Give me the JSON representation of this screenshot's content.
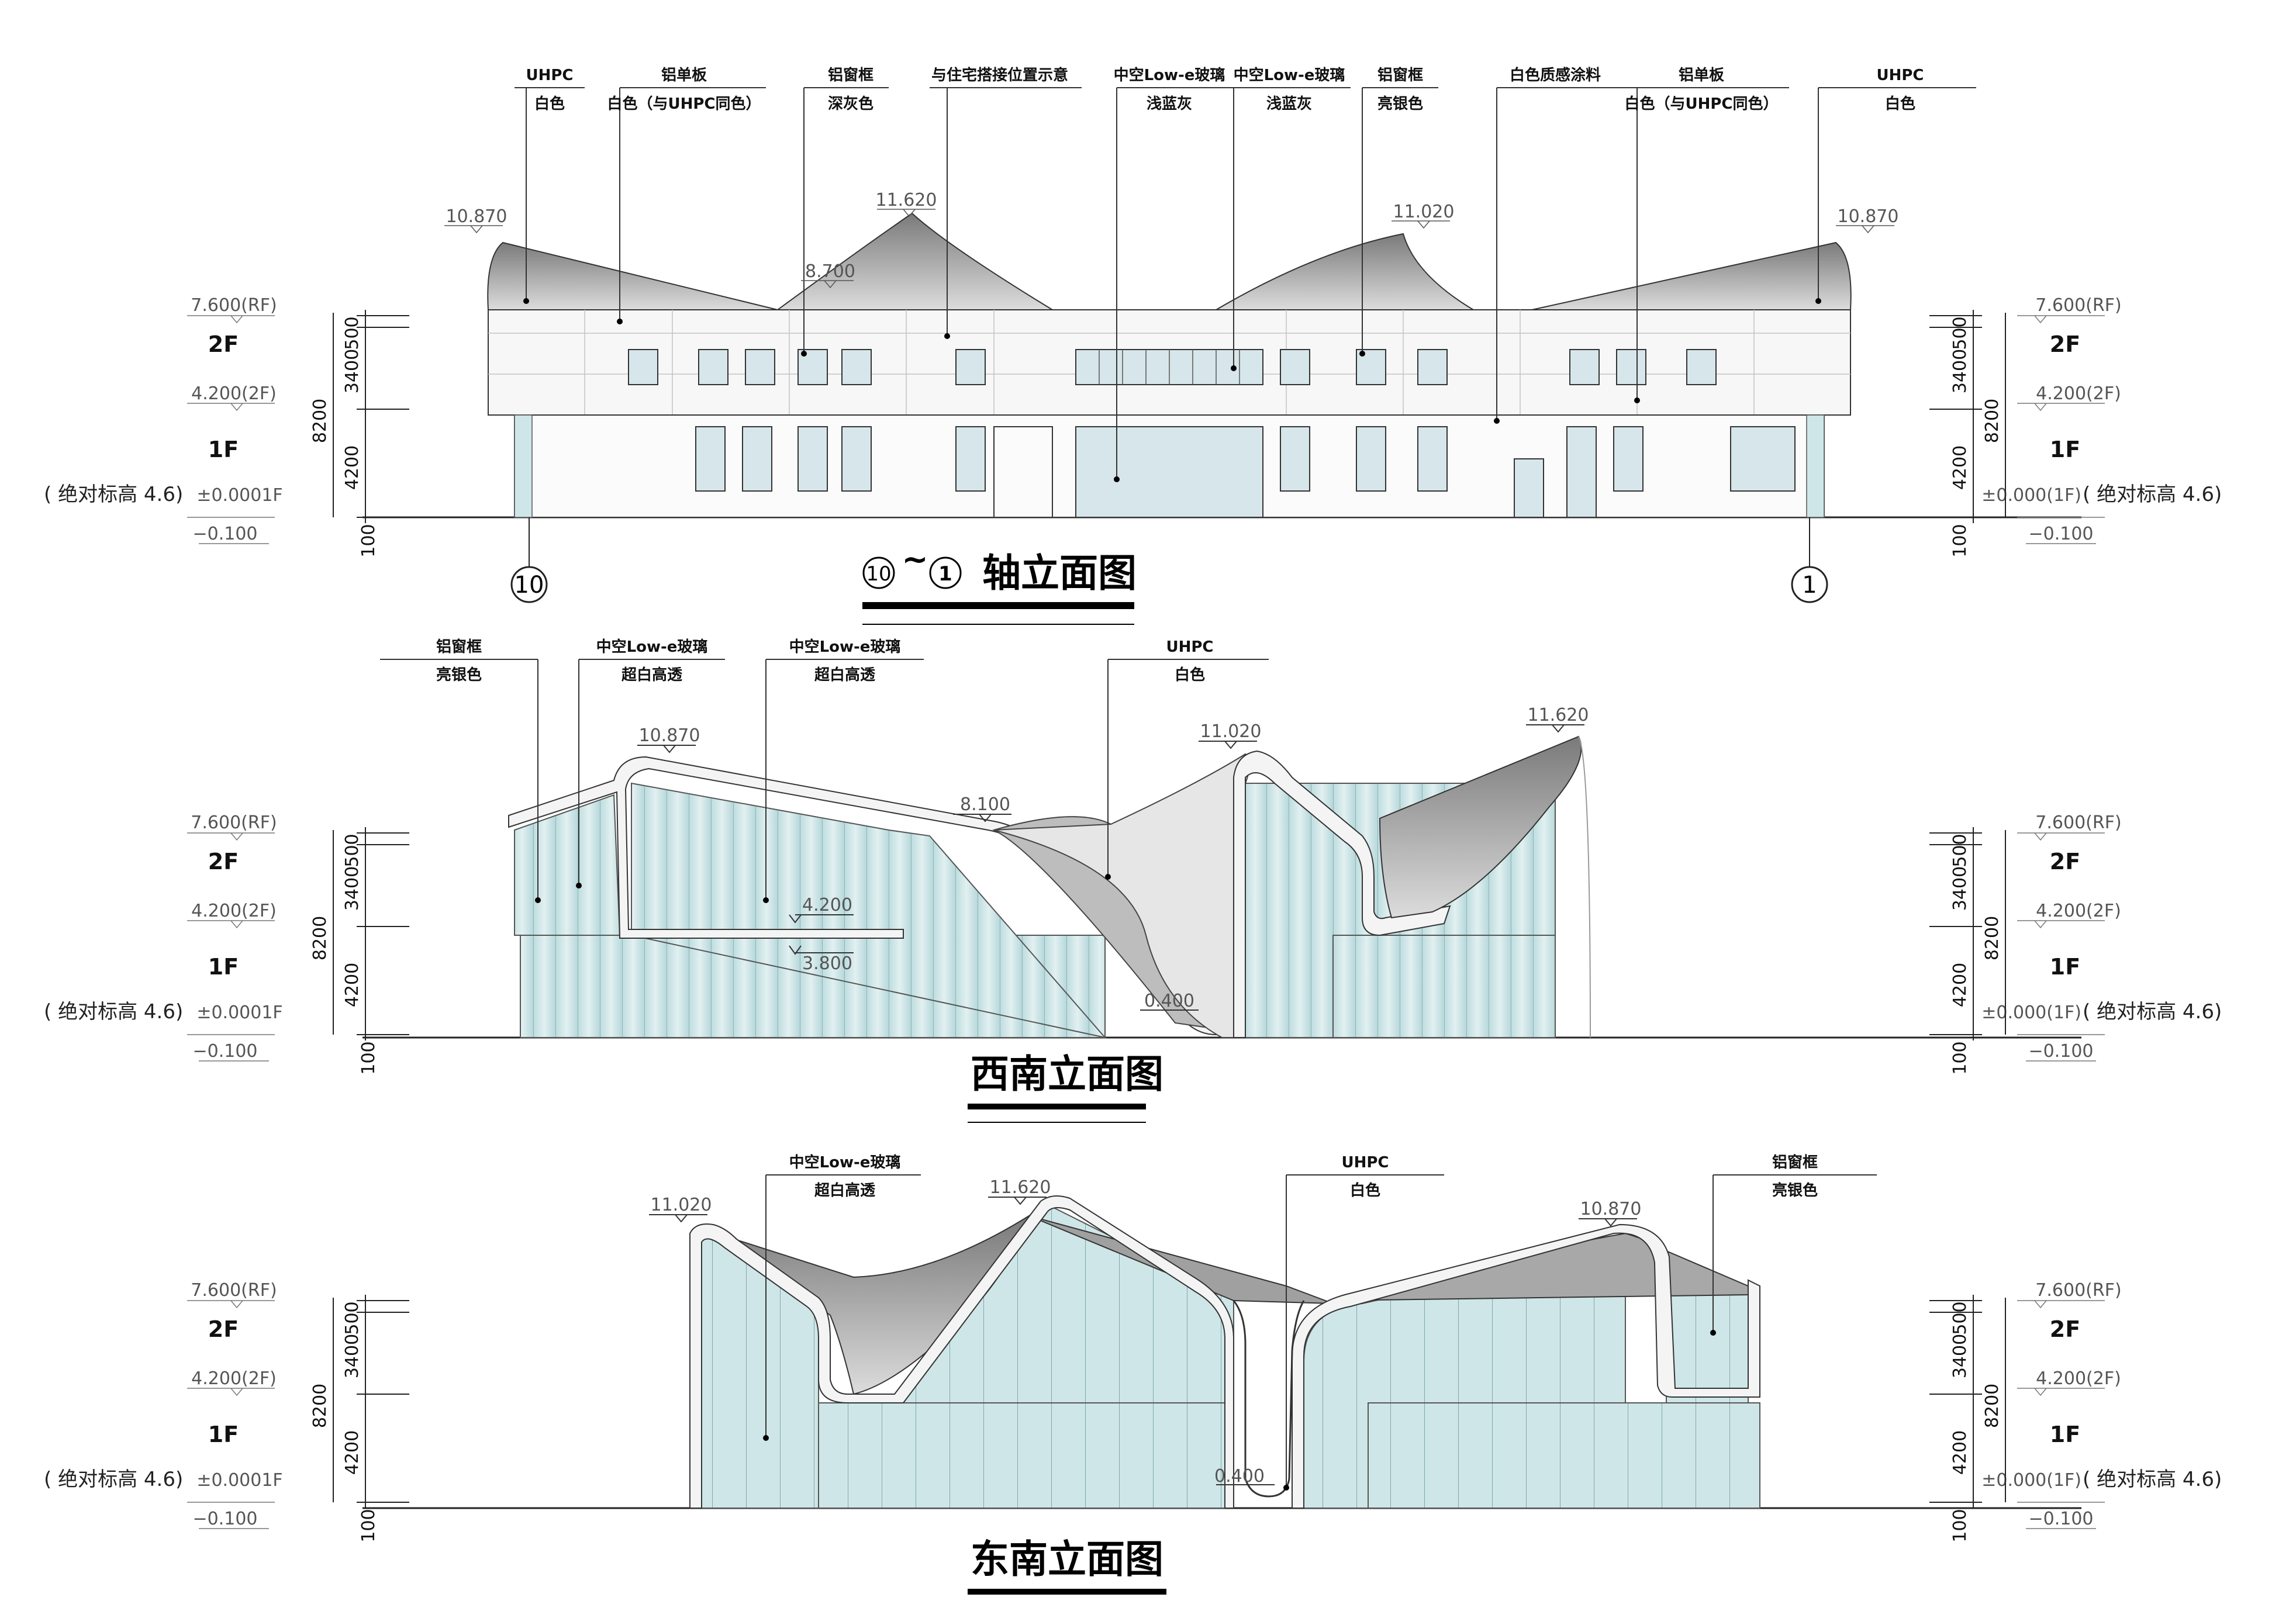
{
  "legend_levels": {
    "rf": "7.600(RF)",
    "f2": "4.200(2F)",
    "f1_left": "±0.0001F",
    "f1_right": "±0.000(1F)",
    "minus": "−0.100",
    "floor2": "2F",
    "floor1": "1F",
    "abs_left": "( 绝对标高 4.6)",
    "abs_right": "( 绝对标高 4.6)",
    "dim_500": "500",
    "dim_3400": "3400",
    "dim_4200": "4200",
    "dim_8200": "8200",
    "dim_100": "100"
  },
  "elevation1": {
    "title": "轴立面图",
    "axis_from": "10",
    "axis_to": "1",
    "axis_left": "10",
    "axis_right": "1",
    "tilde": "~",
    "callouts": [
      {
        "l1": "UHPC",
        "l2": "白色"
      },
      {
        "l1": "铝单板",
        "l2": "白色（与UHPC同色）"
      },
      {
        "l1": "铝窗框",
        "l2": "深灰色"
      },
      {
        "l1": "与住宅搭接位置示意",
        "l2": ""
      },
      {
        "l1": "中空Low-e玻璃",
        "l2": "浅蓝灰"
      },
      {
        "l1": "中空Low-e玻璃",
        "l2": "浅蓝灰"
      },
      {
        "l1": "铝窗框",
        "l2": "亮银色"
      },
      {
        "l1": "白色质感涂料",
        "l2": ""
      },
      {
        "l1": "铝单板",
        "l2": "白色（与UHPC同色）"
      },
      {
        "l1": "UHPC",
        "l2": "白色"
      }
    ],
    "marks": [
      "10.870",
      "11.620",
      "8.700",
      "11.020",
      "10.870"
    ]
  },
  "elevation2": {
    "title": "西南立面图",
    "callouts": [
      {
        "l1": "铝窗框",
        "l2": "亮银色"
      },
      {
        "l1": "中空Low-e玻璃",
        "l2": "超白高透"
      },
      {
        "l1": "中空Low-e玻璃",
        "l2": "超白高透"
      },
      {
        "l1": "UHPC",
        "l2": "白色"
      }
    ],
    "marks": [
      "10.870",
      "8.100",
      "11.020",
      "11.620",
      "4.200",
      "3.800",
      "0.400"
    ]
  },
  "elevation3": {
    "title": "东南立面图",
    "callouts": [
      {
        "l1": "中空Low-e玻璃",
        "l2": "超白高透"
      },
      {
        "l1": "UHPC",
        "l2": "白色"
      },
      {
        "l1": "铝窗框",
        "l2": "亮银色"
      }
    ],
    "marks": [
      "11.020",
      "11.620",
      "10.870",
      "0.400"
    ]
  },
  "colors": {
    "glass": "#cfe6e8",
    "roof": "#a8a8a8",
    "wall": "#f6f6f6",
    "line": "#222222"
  }
}
